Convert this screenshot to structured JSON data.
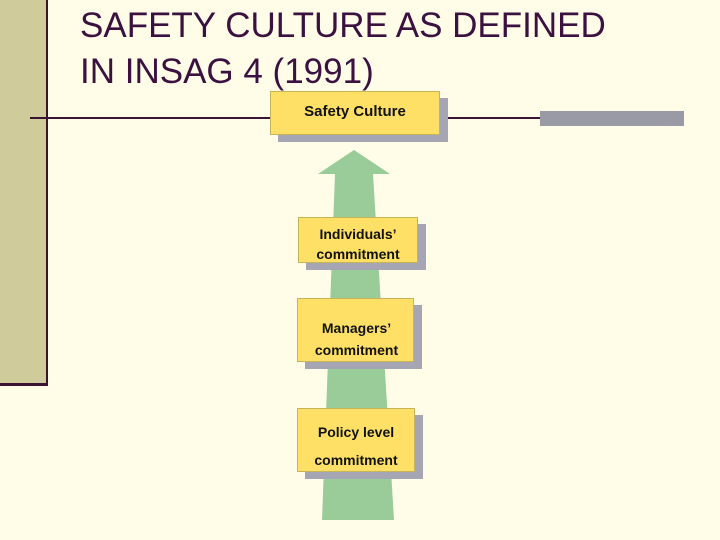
{
  "slide": {
    "title_line1": "SAFETY CULTURE AS DEFINED",
    "title_line2": "IN INSAG 4 (1991)"
  },
  "diagram": {
    "top_label": "Safety Culture",
    "levels": [
      {
        "line1": "Individuals’",
        "line2": "commitment"
      },
      {
        "line1": "Managers’",
        "line2": "commitment"
      },
      {
        "line1": "Policy level",
        "line2": "commitment"
      }
    ]
  },
  "colors": {
    "background": "#fffde7",
    "title": "#3b1140",
    "sidebar": "#cfcb9b",
    "rule": "#3a1233",
    "box": "#ffe066",
    "box_shadow": "#a5a5b4",
    "arrow": "#99cc99"
  }
}
